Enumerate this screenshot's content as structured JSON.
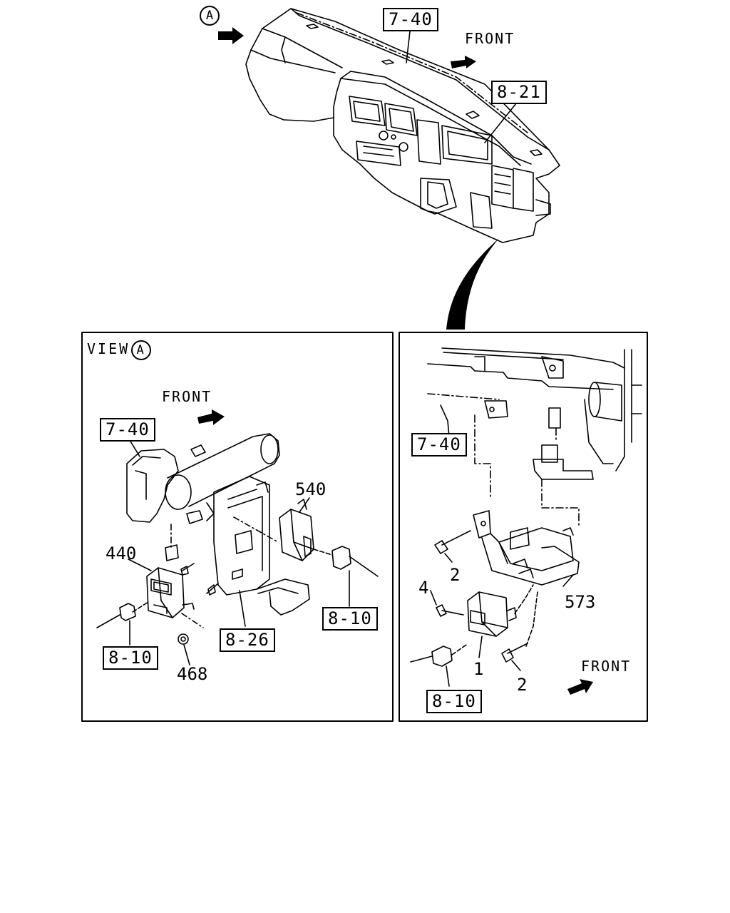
{
  "overview": {
    "view_marker": "A",
    "ref_instrument_panel": "7-40",
    "ref_meter": "8-21",
    "front_label": "FRONT"
  },
  "view_a_panel": {
    "title_prefix": "VIEW",
    "title_marker": "A",
    "front_label": "FRONT",
    "ref_panel": "7-40",
    "part_540": "540",
    "part_440": "440",
    "ref_connector_right": "8-10",
    "ref_connector_left": "8-10",
    "ref_bracket": "8-26",
    "part_468": "468"
  },
  "detail_panel": {
    "ref_panel": "7-40",
    "part_2_upper": "2",
    "part_4": "4",
    "part_573": "573",
    "part_1": "1",
    "part_2_lower": "2",
    "ref_connector": "8-10",
    "front_label": "FRONT"
  }
}
